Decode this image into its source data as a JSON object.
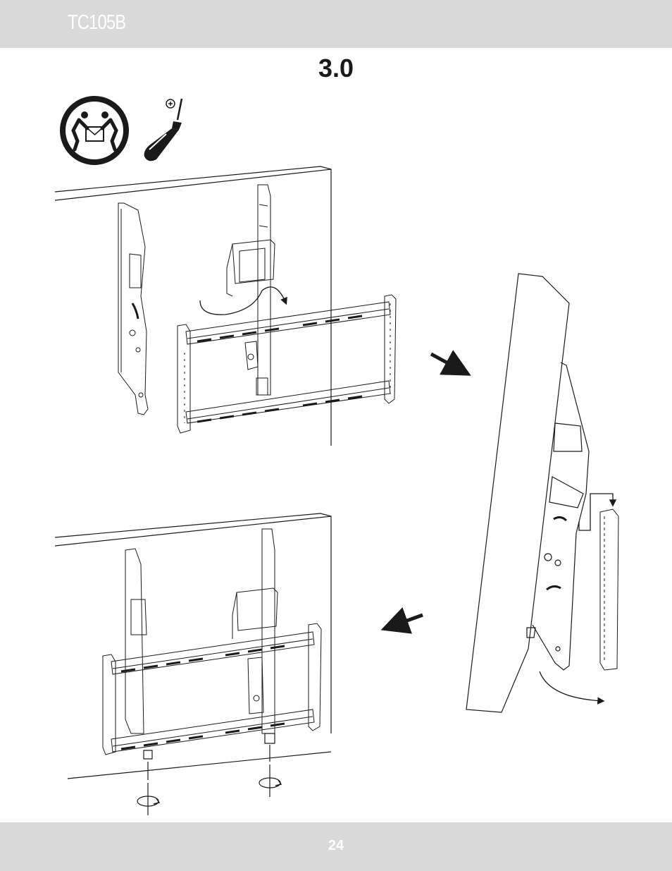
{
  "header": {
    "model": "TC105B"
  },
  "step": {
    "number": "3.0"
  },
  "icons": {
    "two_person_lift": "two-person-lift-icon",
    "screwdriver": "phillips-screwdriver-icon"
  },
  "footer": {
    "page_number": "24"
  },
  "colors": {
    "band": "#d9d9d9",
    "ink": "#1a1a1a"
  }
}
